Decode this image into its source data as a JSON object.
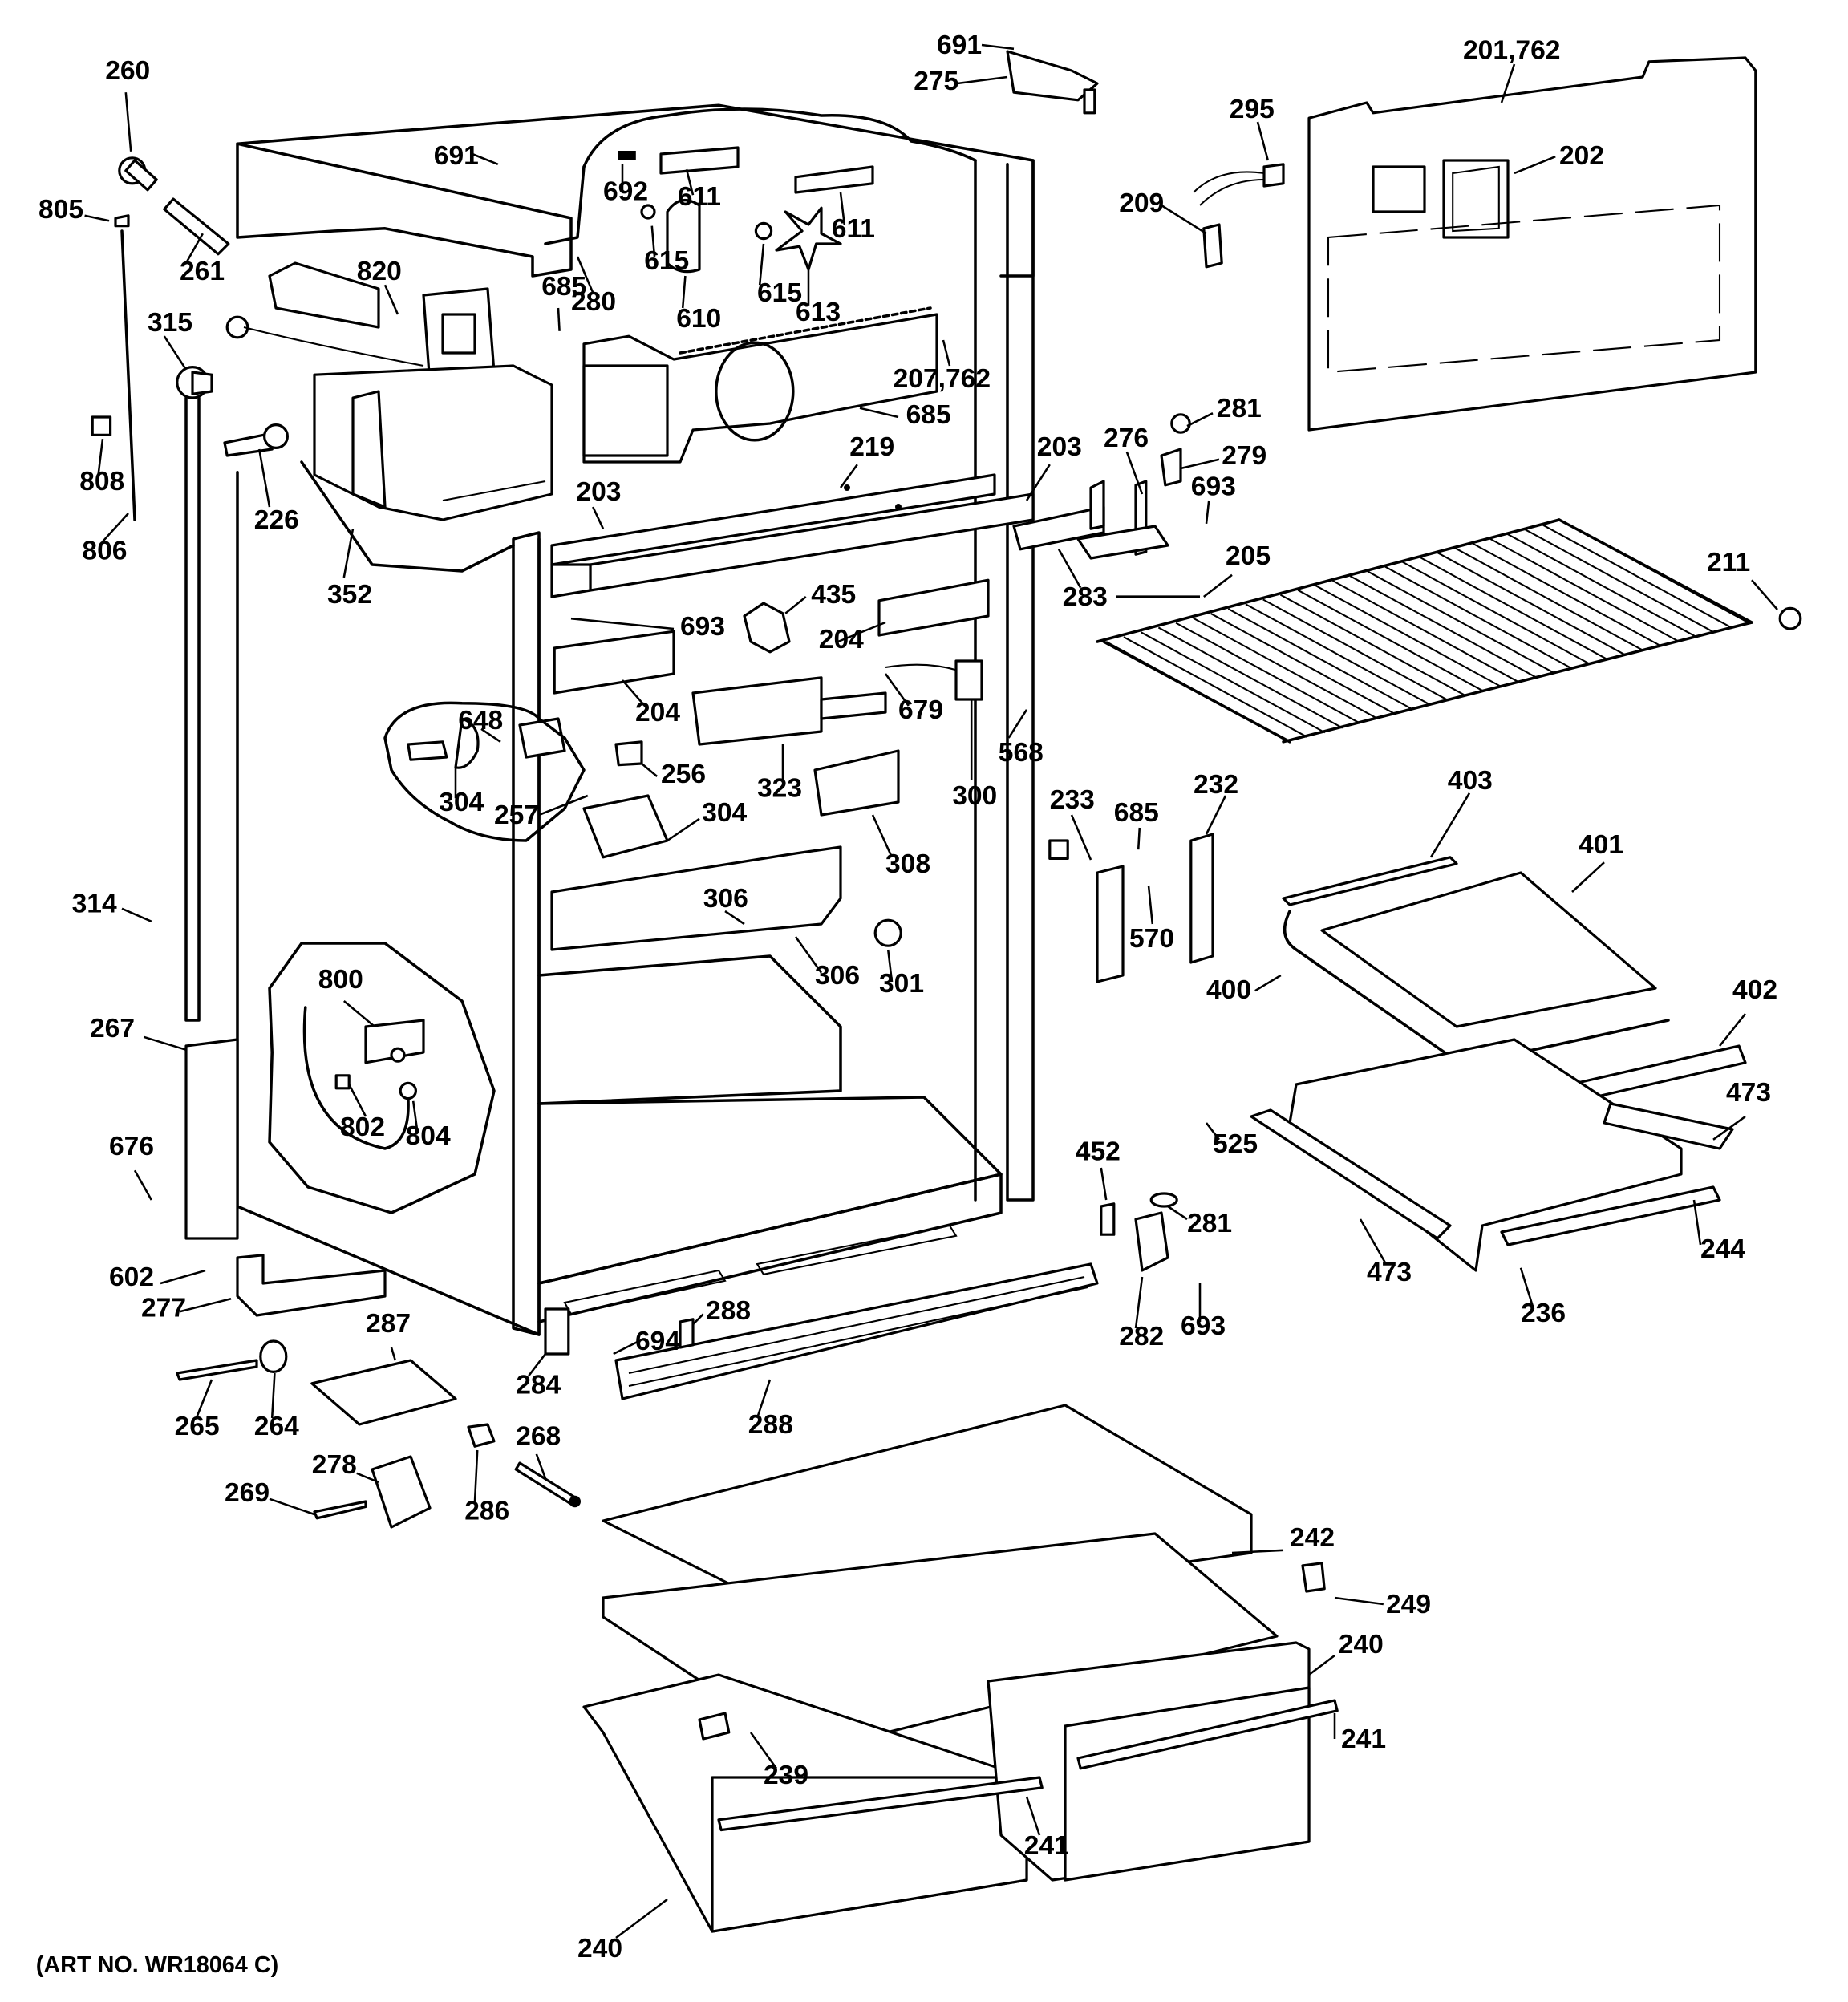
{
  "diagram": {
    "title": "Refrigerator cabinet parts exploded view",
    "art_number": "(ART NO. WR18064 C)",
    "callouts": [
      {
        "id": "c260",
        "label": "260"
      },
      {
        "id": "c805",
        "label": "805"
      },
      {
        "id": "c261",
        "label": "261"
      },
      {
        "id": "c315",
        "label": "315"
      },
      {
        "id": "c808",
        "label": "808"
      },
      {
        "id": "c806",
        "label": "806"
      },
      {
        "id": "c226",
        "label": "226"
      },
      {
        "id": "c352",
        "label": "352"
      },
      {
        "id": "c820",
        "label": "820"
      },
      {
        "id": "c691a",
        "label": "691"
      },
      {
        "id": "c685a",
        "label": "685"
      },
      {
        "id": "c280",
        "label": "280"
      },
      {
        "id": "c692",
        "label": "692"
      },
      {
        "id": "c611a",
        "label": "611"
      },
      {
        "id": "c611b",
        "label": "611"
      },
      {
        "id": "c615a",
        "label": "615"
      },
      {
        "id": "c615b",
        "label": "615"
      },
      {
        "id": "c610",
        "label": "610"
      },
      {
        "id": "c613",
        "label": "613"
      },
      {
        "id": "c207",
        "label": "207,762"
      },
      {
        "id": "c685b",
        "label": "685"
      },
      {
        "id": "c219",
        "label": "219"
      },
      {
        "id": "c203a",
        "label": "203"
      },
      {
        "id": "c203b",
        "label": "203"
      },
      {
        "id": "c691b",
        "label": "691"
      },
      {
        "id": "c275",
        "label": "275"
      },
      {
        "id": "c201",
        "label": "201,762"
      },
      {
        "id": "c295",
        "label": "295"
      },
      {
        "id": "c202",
        "label": "202"
      },
      {
        "id": "c209",
        "label": "209"
      },
      {
        "id": "c281a",
        "label": "281"
      },
      {
        "id": "c276",
        "label": "276"
      },
      {
        "id": "c279",
        "label": "279"
      },
      {
        "id": "c693a",
        "label": "693"
      },
      {
        "id": "c283",
        "label": "283"
      },
      {
        "id": "c205",
        "label": "205"
      },
      {
        "id": "c211",
        "label": "211"
      },
      {
        "id": "c435",
        "label": "435"
      },
      {
        "id": "c693b",
        "label": "693"
      },
      {
        "id": "c204a",
        "label": "204"
      },
      {
        "id": "c204b",
        "label": "204"
      },
      {
        "id": "c679",
        "label": "679"
      },
      {
        "id": "c568",
        "label": "568"
      },
      {
        "id": "c648",
        "label": "648"
      },
      {
        "id": "c304a",
        "label": "304"
      },
      {
        "id": "c257",
        "label": "257"
      },
      {
        "id": "c256",
        "label": "256"
      },
      {
        "id": "c323",
        "label": "323"
      },
      {
        "id": "c300",
        "label": "300"
      },
      {
        "id": "c304b",
        "label": "304"
      },
      {
        "id": "c308",
        "label": "308"
      },
      {
        "id": "c306a",
        "label": "306"
      },
      {
        "id": "c306b",
        "label": "306"
      },
      {
        "id": "c301",
        "label": "301"
      },
      {
        "id": "c233",
        "label": "233"
      },
      {
        "id": "c685c",
        "label": "685"
      },
      {
        "id": "c232",
        "label": "232"
      },
      {
        "id": "c570",
        "label": "570"
      },
      {
        "id": "c403",
        "label": "403"
      },
      {
        "id": "c401",
        "label": "401"
      },
      {
        "id": "c400",
        "label": "400"
      },
      {
        "id": "c402",
        "label": "402"
      },
      {
        "id": "c473a",
        "label": "473"
      },
      {
        "id": "c525",
        "label": "525"
      },
      {
        "id": "c473b",
        "label": "473"
      },
      {
        "id": "c244",
        "label": "244"
      },
      {
        "id": "c236",
        "label": "236"
      },
      {
        "id": "c452",
        "label": "452"
      },
      {
        "id": "c281b",
        "label": "281"
      },
      {
        "id": "c282",
        "label": "282"
      },
      {
        "id": "c693c",
        "label": "693"
      },
      {
        "id": "c314",
        "label": "314"
      },
      {
        "id": "c267",
        "label": "267"
      },
      {
        "id": "c800",
        "label": "800"
      },
      {
        "id": "c802",
        "label": "802"
      },
      {
        "id": "c804",
        "label": "804"
      },
      {
        "id": "c676",
        "label": "676"
      },
      {
        "id": "c602",
        "label": "602"
      },
      {
        "id": "c277",
        "label": "277"
      },
      {
        "id": "c287",
        "label": "287"
      },
      {
        "id": "c265",
        "label": "265"
      },
      {
        "id": "c264",
        "label": "264"
      },
      {
        "id": "c278",
        "label": "278"
      },
      {
        "id": "c269",
        "label": "269"
      },
      {
        "id": "c286",
        "label": "286"
      },
      {
        "id": "c268",
        "label": "268"
      },
      {
        "id": "c284",
        "label": "284"
      },
      {
        "id": "c694",
        "label": "694"
      },
      {
        "id": "c288a",
        "label": "288"
      },
      {
        "id": "c288b",
        "label": "288"
      },
      {
        "id": "c242",
        "label": "242"
      },
      {
        "id": "c249",
        "label": "249"
      },
      {
        "id": "c240a",
        "label": "240"
      },
      {
        "id": "c241a",
        "label": "241"
      },
      {
        "id": "c239",
        "label": "239"
      },
      {
        "id": "c241b",
        "label": "241"
      },
      {
        "id": "c240b",
        "label": "240"
      }
    ]
  }
}
